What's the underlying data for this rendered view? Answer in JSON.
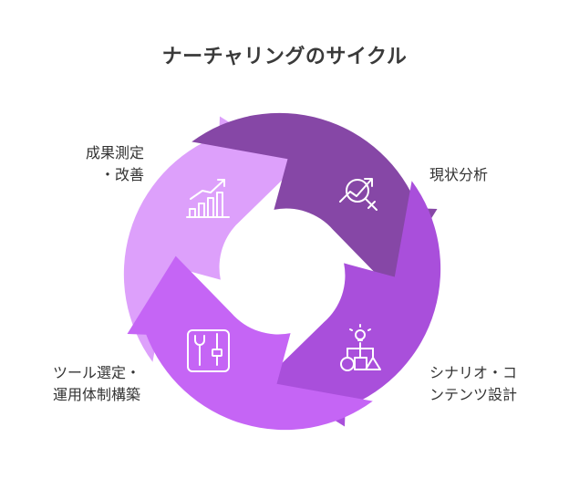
{
  "title": "ナーチャリングのサイクル",
  "colors": {
    "segment_top_left": "#DDA0FB",
    "segment_top_right": "#8647A6",
    "segment_bottom_right": "#A94FDB",
    "segment_bottom_left": "#C565F5"
  },
  "stages": [
    {
      "key": "top_left",
      "lines": [
        "成果測定",
        "・改善"
      ],
      "icon": "growth-chart-icon"
    },
    {
      "key": "top_right",
      "lines": [
        "現状分析"
      ],
      "icon": "analysis-magnifier-icon"
    },
    {
      "key": "bottom_right",
      "lines": [
        "シナリオ・コ",
        "ンテンツ設計"
      ],
      "icon": "idea-flowchart-icon"
    },
    {
      "key": "bottom_left",
      "lines": [
        "ツール選定・",
        "運用体制構築"
      ],
      "icon": "tools-toggle-icon"
    }
  ]
}
